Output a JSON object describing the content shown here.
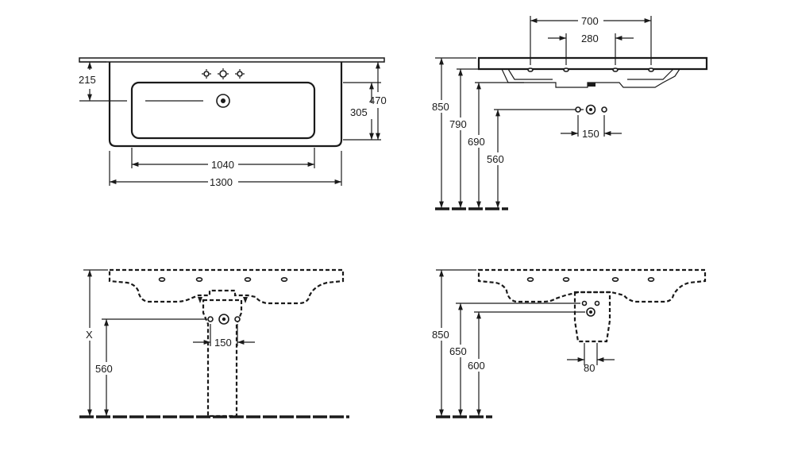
{
  "top_view": {
    "dim_215": "215",
    "dim_305": "305",
    "dim_470": "470",
    "dim_1040": "1040",
    "dim_1300": "1300"
  },
  "front_view": {
    "dim_700": "700",
    "dim_280": "280",
    "dim_850": "850",
    "dim_790": "790",
    "dim_690": "690",
    "dim_560": "560",
    "dim_150": "150"
  },
  "pedestal_view": {
    "dim_x": "X",
    "dim_560": "560",
    "dim_150": "150"
  },
  "trap_cover_view": {
    "dim_850": "850",
    "dim_650": "650",
    "dim_600": "600",
    "dim_80": "80"
  }
}
